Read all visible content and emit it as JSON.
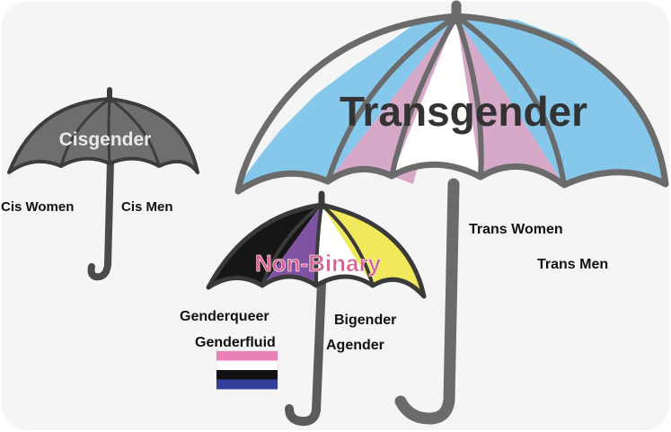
{
  "colors": {
    "background": "#f5f5f5",
    "trans_blue": "#86c8ec",
    "trans_pink": "#d7a9c9",
    "trans_white": "#ffffff",
    "nb_black": "#161616",
    "nb_purple": "#7f52a2",
    "nb_white": "#ffffff",
    "nb_yellow": "#f0e95c",
    "cis_gray": "#6e6e6e",
    "frame_gray": "#6b6b6b",
    "nb_title": "#d7628f",
    "flag_pink": "#ea82b8",
    "flag_white": "#ffffff",
    "flag_black": "#111111",
    "flag_navy": "#313f9a"
  },
  "umbrellas": {
    "cisgender": {
      "title": "Cisgender",
      "labels": [
        "Cis Women",
        "Cis Men"
      ]
    },
    "transgender": {
      "title": "Transgender",
      "labels": [
        "Trans Women",
        "Trans Men"
      ]
    },
    "non_binary": {
      "title": "Non-Binary",
      "labels": [
        "Genderqueer",
        "Genderfluid",
        "Bigender",
        "Agender"
      ]
    }
  },
  "genderfluid_flag": {
    "icon": "genderfluid-flag-icon",
    "stripes": [
      "#ea82b8",
      "#ffffff",
      "#111111",
      "#313f9a"
    ]
  }
}
